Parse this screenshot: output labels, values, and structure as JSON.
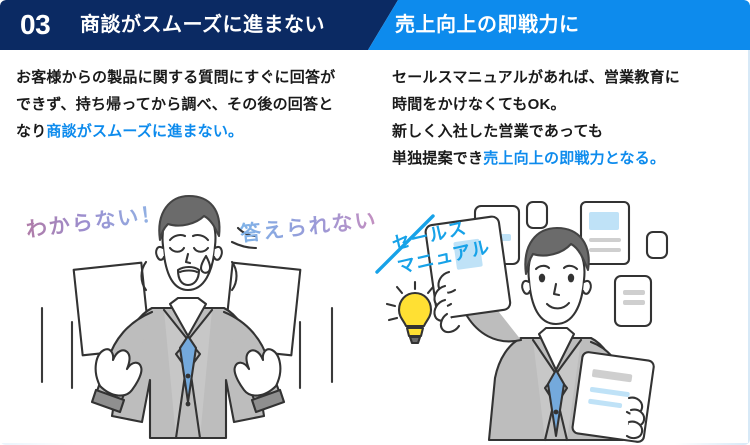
{
  "panel": {
    "accent_dark": "#0b2a63",
    "accent_blue": "#0d8bed",
    "text_color": "#1a1a1a"
  },
  "header": {
    "number": "03",
    "left_title": "商談がスムーズに進まない",
    "right_title": "売上向上の即戦力に"
  },
  "left_body": {
    "line1": "お客様からの製品に関する質問にすぐに回答が",
    "line2": "できず、持ち帰ってから調べ、その後の回答と",
    "line3_plain": "なり",
    "line3_highlight": "商談がスムーズに進まない。"
  },
  "right_body": {
    "line1": "セールスマニュアルがあれば、営業教育に",
    "line2": "時間をかけなくてもOK。",
    "line3": "新しく入社した営業であっても",
    "line4_plain": "単独提案でき",
    "line4_highlight": "売上向上の即戦力となる。"
  },
  "left_illustration": {
    "name": "confused-salesman-illustration",
    "speech_left": "わからない！",
    "speech_right": "答えられない",
    "speech_left_gradient": [
      "#b07ca8",
      "#8fb8e8"
    ],
    "speech_right_gradient": [
      "#7fb3e8",
      "#c48fc0"
    ]
  },
  "right_illustration": {
    "name": "confident-salesman-illustration",
    "callout_line1": "セールス",
    "callout_line2": "マニュアル",
    "callout_color": "#17a2e8",
    "bulb_color": "#ffe033"
  }
}
